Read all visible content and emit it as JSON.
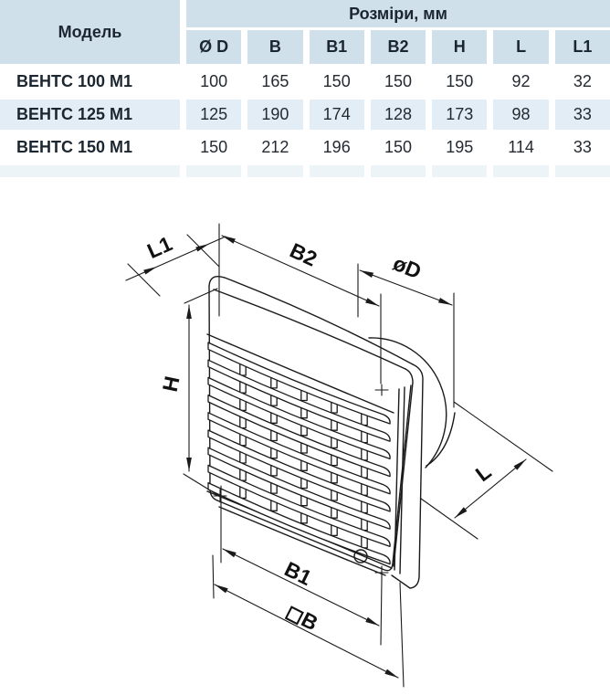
{
  "table": {
    "model_header": "Модель",
    "sizes_header": "Розміри, мм",
    "columns": [
      "Ø D",
      "B",
      "B1",
      "B2",
      "H",
      "L",
      "L1"
    ],
    "rows": [
      {
        "model": "ВЕНТС 100 М1",
        "values": [
          "100",
          "165",
          "150",
          "150",
          "150",
          "92",
          "32"
        ]
      },
      {
        "model": "ВЕНТС 125 М1",
        "values": [
          "125",
          "190",
          "174",
          "128",
          "173",
          "98",
          "33"
        ]
      },
      {
        "model": "ВЕНТС 150 М1",
        "values": [
          "150",
          "212",
          "196",
          "150",
          "195",
          "114",
          "33"
        ]
      }
    ],
    "colors": {
      "header_bg": "#cfe0ea",
      "row_alt_bg": "#e3edf5",
      "strip_bg": "#edf4f8",
      "text": "#1c2630"
    }
  },
  "diagram": {
    "labels": {
      "l1": "L1",
      "b2": "B2",
      "d": "øD",
      "h": "H",
      "l": "L",
      "b1": "B1",
      "b": "◻B"
    },
    "line_color": "#1a1a1a"
  }
}
